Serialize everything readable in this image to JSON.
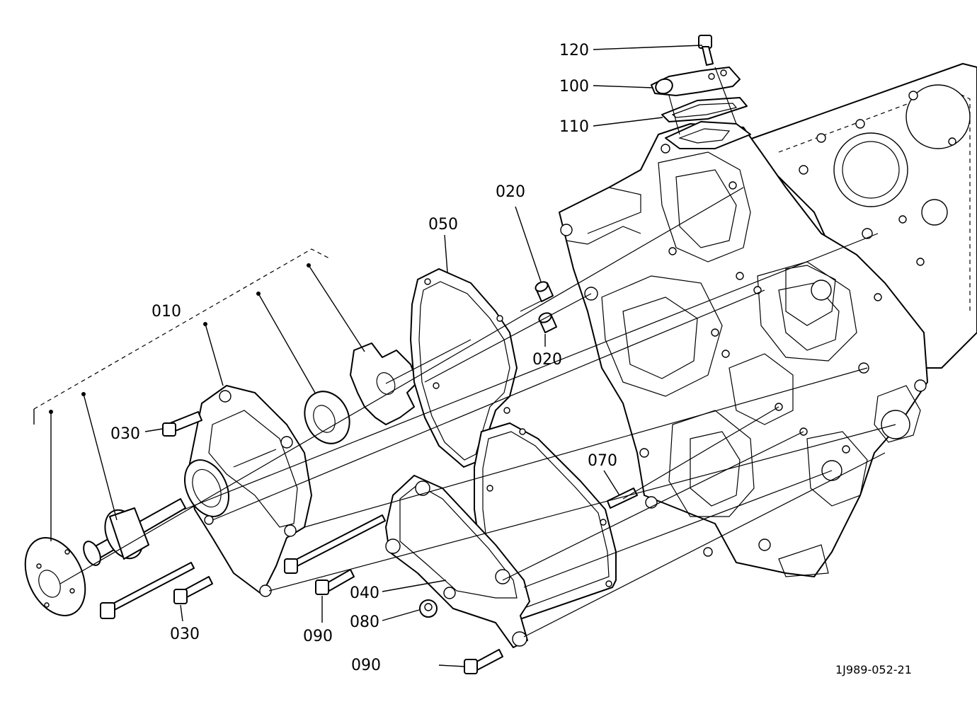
{
  "labels": {
    "p010": "010",
    "p020a": "020",
    "p020b": "020",
    "p030a": "030",
    "p030b": "030",
    "p040": "040",
    "p050": "050",
    "p070": "070",
    "p080": "080",
    "p090a": "090",
    "p090b": "090",
    "p100": "100",
    "p110": "110",
    "p120": "120"
  },
  "drawing_code": "1J989-052-21"
}
